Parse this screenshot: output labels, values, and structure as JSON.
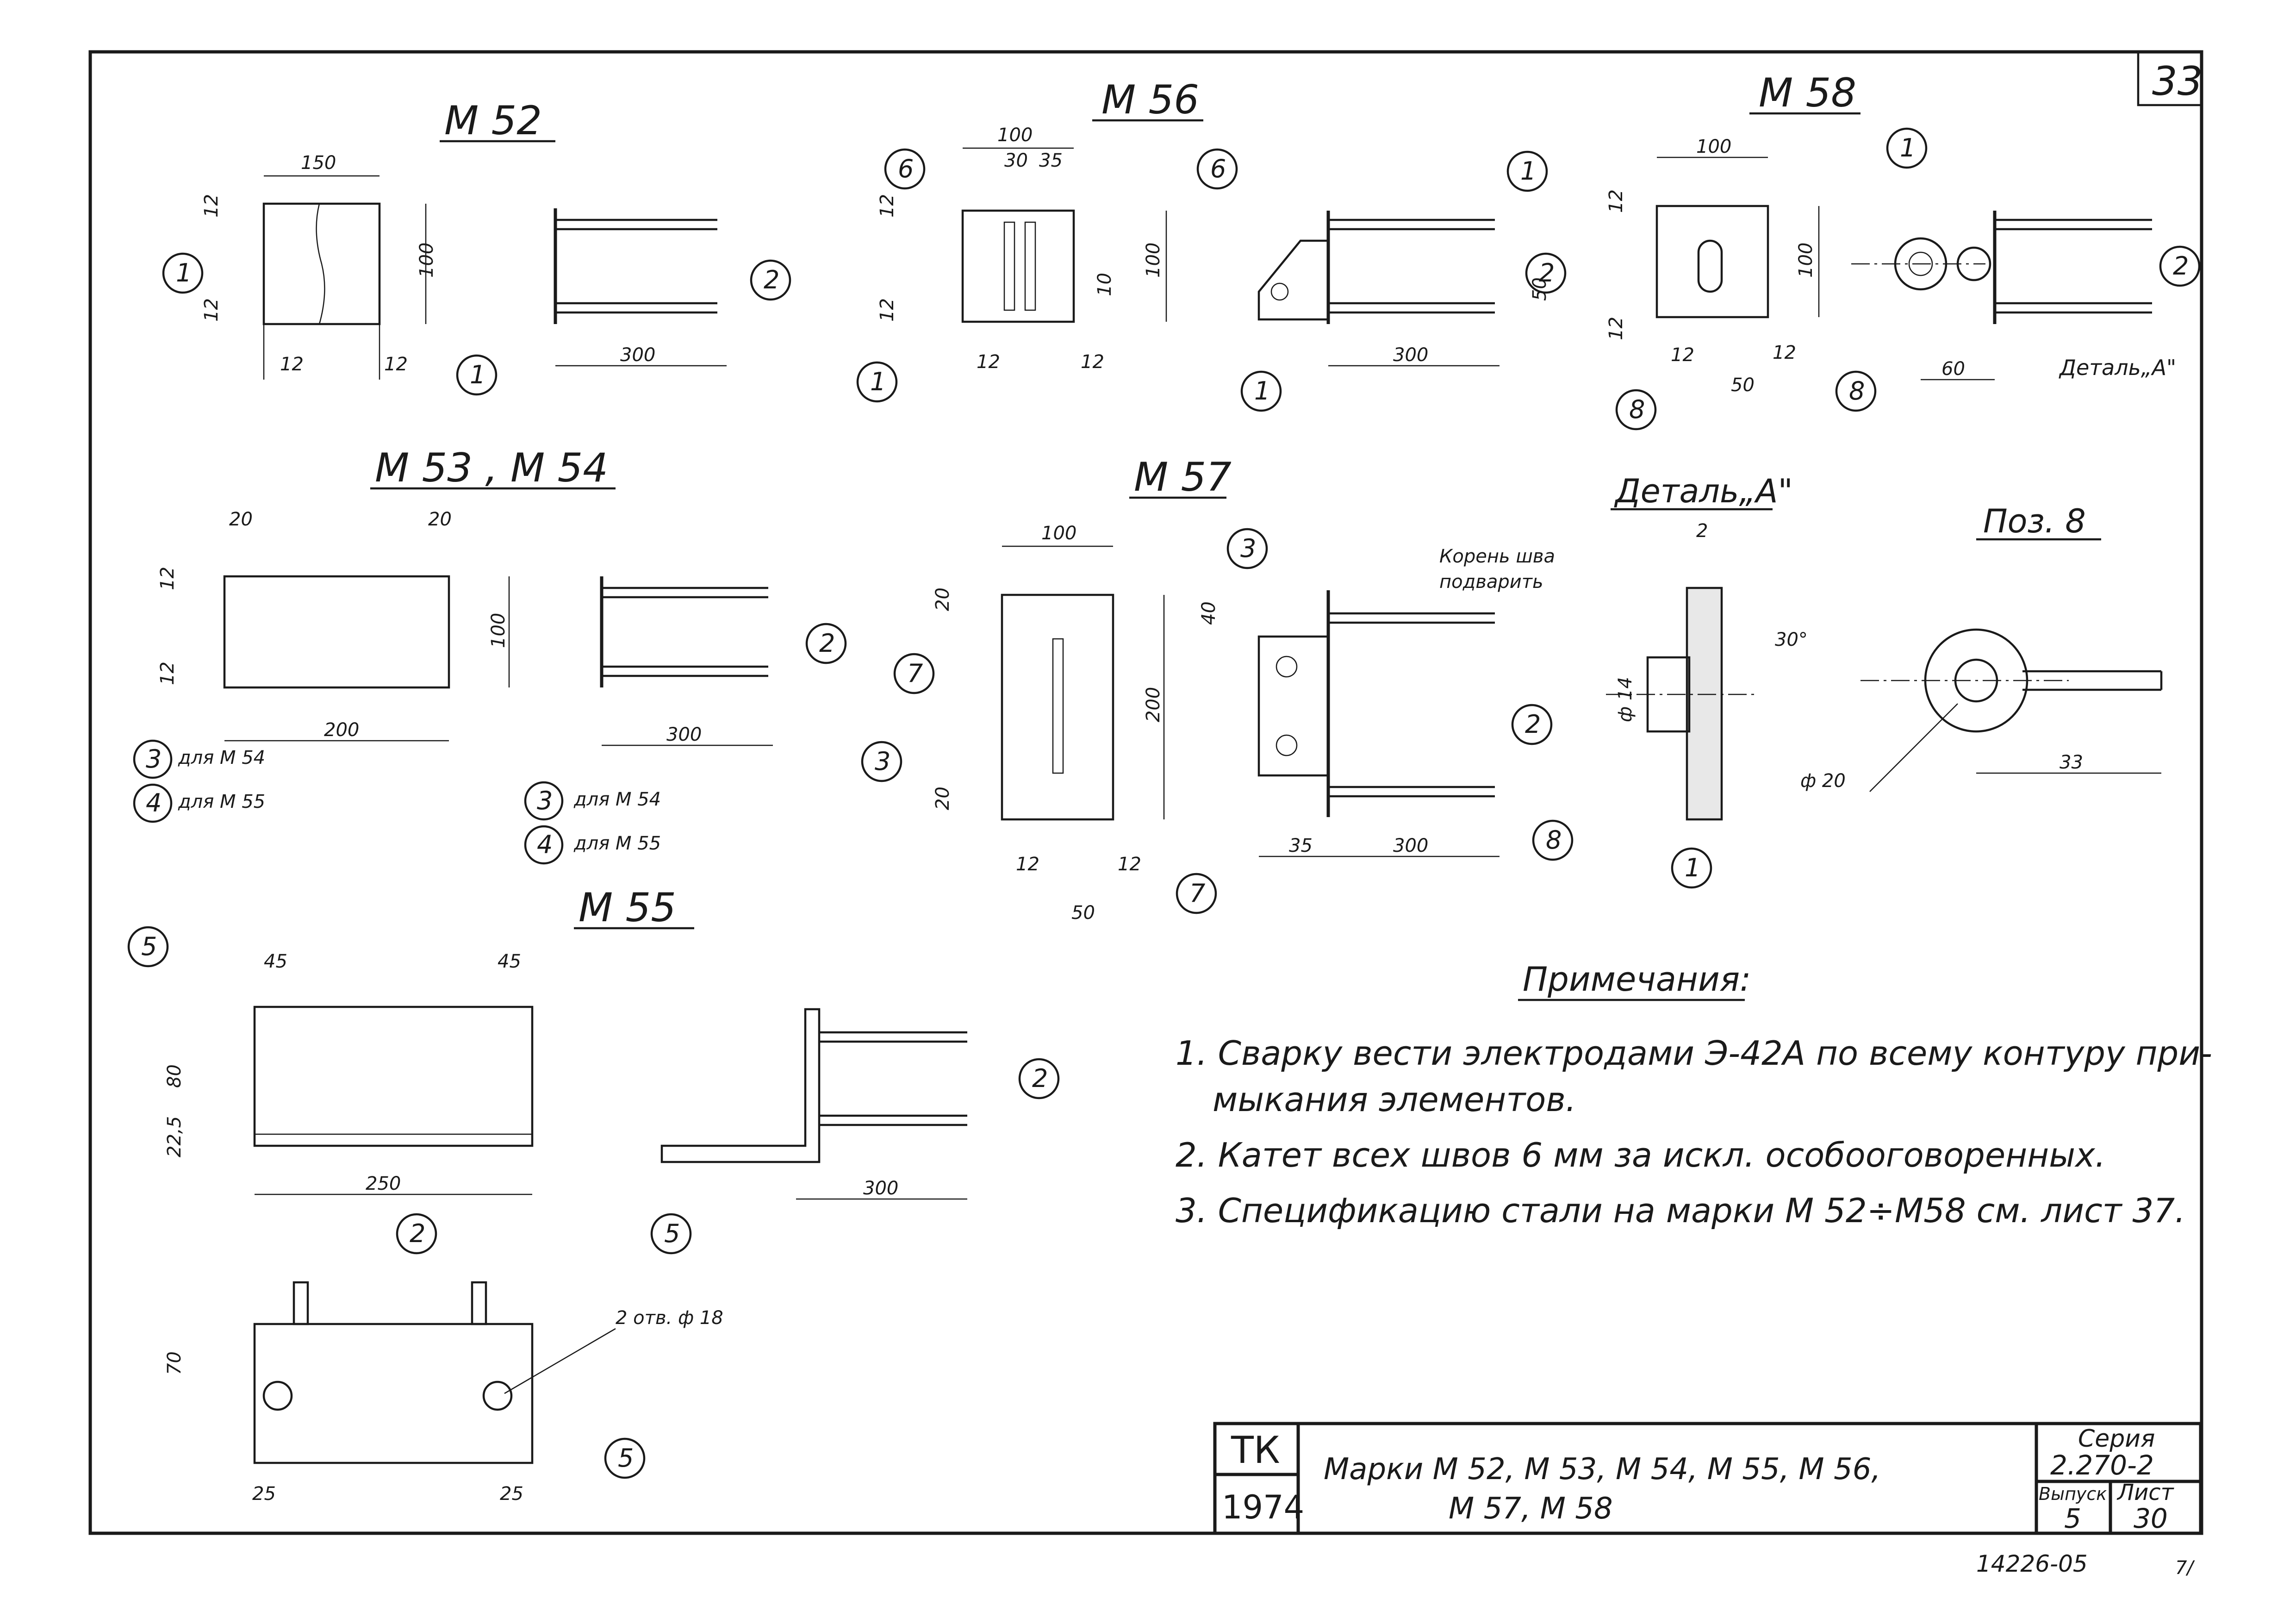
{
  "sheet": {
    "page_number": "33",
    "bottom_ref": "14226-05",
    "corner_mark": "7/"
  },
  "title_block": {
    "org": "ТК",
    "year": "1974",
    "title_line1": "Марки  М 52,  М 53,  М 54,  М 55,  М 56,",
    "title_line2": "М 57,  М 58",
    "series_label": "Серия",
    "series_value": "2.270-2",
    "issue_label": "Выпуск",
    "issue_value": "5",
    "sheet_label": "Лист",
    "sheet_value": "30"
  },
  "marks": {
    "m52": "М  52",
    "m56": "М  56",
    "m58": "М  58",
    "m53_54": "М  53 ,  М  54",
    "m57": "М  57",
    "detail_a": "Деталь„А\"",
    "poz8": "Поз.  8",
    "m55": "М   55"
  },
  "callouts": {
    "c1": "1",
    "c2": "2",
    "c3": "3",
    "c4": "4",
    "c5": "5",
    "c6": "6",
    "c7": "7",
    "c8": "8"
  },
  "labels": {
    "for_m54": "для  М 54",
    "for_m55": "для  М 55",
    "detail_a_ref": "Деталь„А\"",
    "weld_root_1": "Корень шва",
    "weld_root_2": "подварить",
    "holes": "2 отв. ф 18",
    "angle": "30°",
    "dia14": "ф 14",
    "dia20": "ф 20"
  },
  "dims": {
    "d150": "150",
    "d100": "100",
    "d12": "12",
    "d300": "300",
    "d30": "30",
    "d35": "35",
    "d10": "10",
    "d50": "50",
    "d60": "60",
    "d20": "20",
    "d200": "200",
    "d40": "40",
    "d2": "2",
    "d33": "33",
    "d45": "45",
    "d80": "80",
    "d22_5": "22,5",
    "d250": "250",
    "d70": "70",
    "d25": "25"
  },
  "notes": {
    "heading": "Примечания:",
    "n1_line1": "1. Сварку вести электродами Э-42А по всему контуру при-",
    "n1_line2": "мыкания  элементов.",
    "n2": "2. Катет всех швов    6 мм за искл. особооговоренных.",
    "n3": "3. Спецификацию стали на марки М 52÷М58 см. лист 37."
  }
}
